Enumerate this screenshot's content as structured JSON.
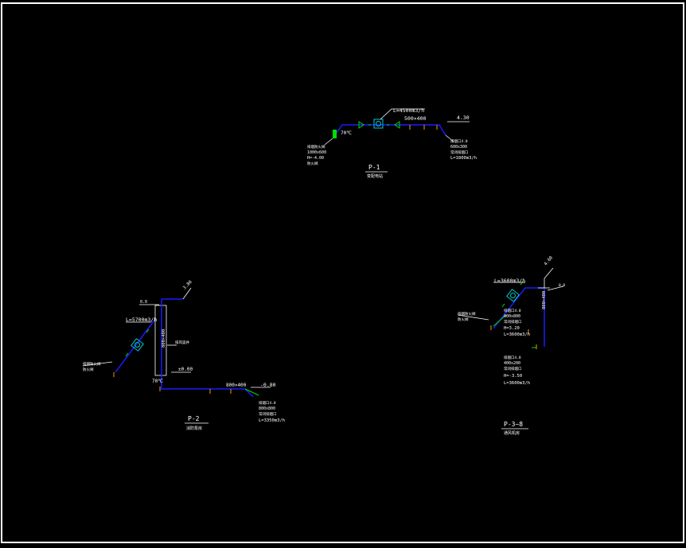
{
  "colors": {
    "background": "#000000",
    "border": "#ffffff",
    "duct": "#1a1aff",
    "leader": "#ffffff",
    "annotation": "#ffffff",
    "outlet": "#00dd00",
    "damper": "#ff9900",
    "fan": "#00cccc"
  },
  "p1": {
    "flow_top": "L=4500m3/h",
    "duct_size": "500×400",
    "elevation": "4.30",
    "temp": "70℃",
    "left_note": [
      "排烟防火阀",
      "1000x600",
      "H=-4.00",
      "防火阀"
    ],
    "right_note": [
      "排烟口4.0",
      "600x300",
      "常闭排烟口",
      "L=1800m3/h"
    ],
    "title": "P-1",
    "subtitle": "变配电站"
  },
  "p2": {
    "top_tick": "0.0",
    "top_elev": "3.80",
    "flow": "L=5700m3/h",
    "vertical_size": "800×400",
    "shaft_note": "排风竖井",
    "elev_zero": "±0.00",
    "temp": "70℃",
    "duct_size": "800×400",
    "end_elev": "-0.80",
    "left_note": [
      "排烟防火阀",
      "防火阀"
    ],
    "right_note": [
      "排烟口4.0",
      "800x800",
      "常闭排烟口",
      "L=3350m3/h"
    ],
    "title": "P-2",
    "subtitle": "消防泵房"
  },
  "p3": {
    "top_elev": "4.60",
    "flow": "L=3600m3/h",
    "vertical_size": "800×400",
    "right_tick": "0.0",
    "left_note": [
      "排烟防火阀",
      "防火阀"
    ],
    "mid_note": [
      "排烟口4.0",
      "800x800",
      "常闭排烟口",
      "H=3.20",
      "L=3600m3/h"
    ],
    "bottom_note": [
      "排烟口4.0",
      "400x200",
      "常闭排烟口",
      "H=-3.50",
      "L=3600m3/h"
    ],
    "title": "P-3~8",
    "subtitle": "通风机房"
  }
}
